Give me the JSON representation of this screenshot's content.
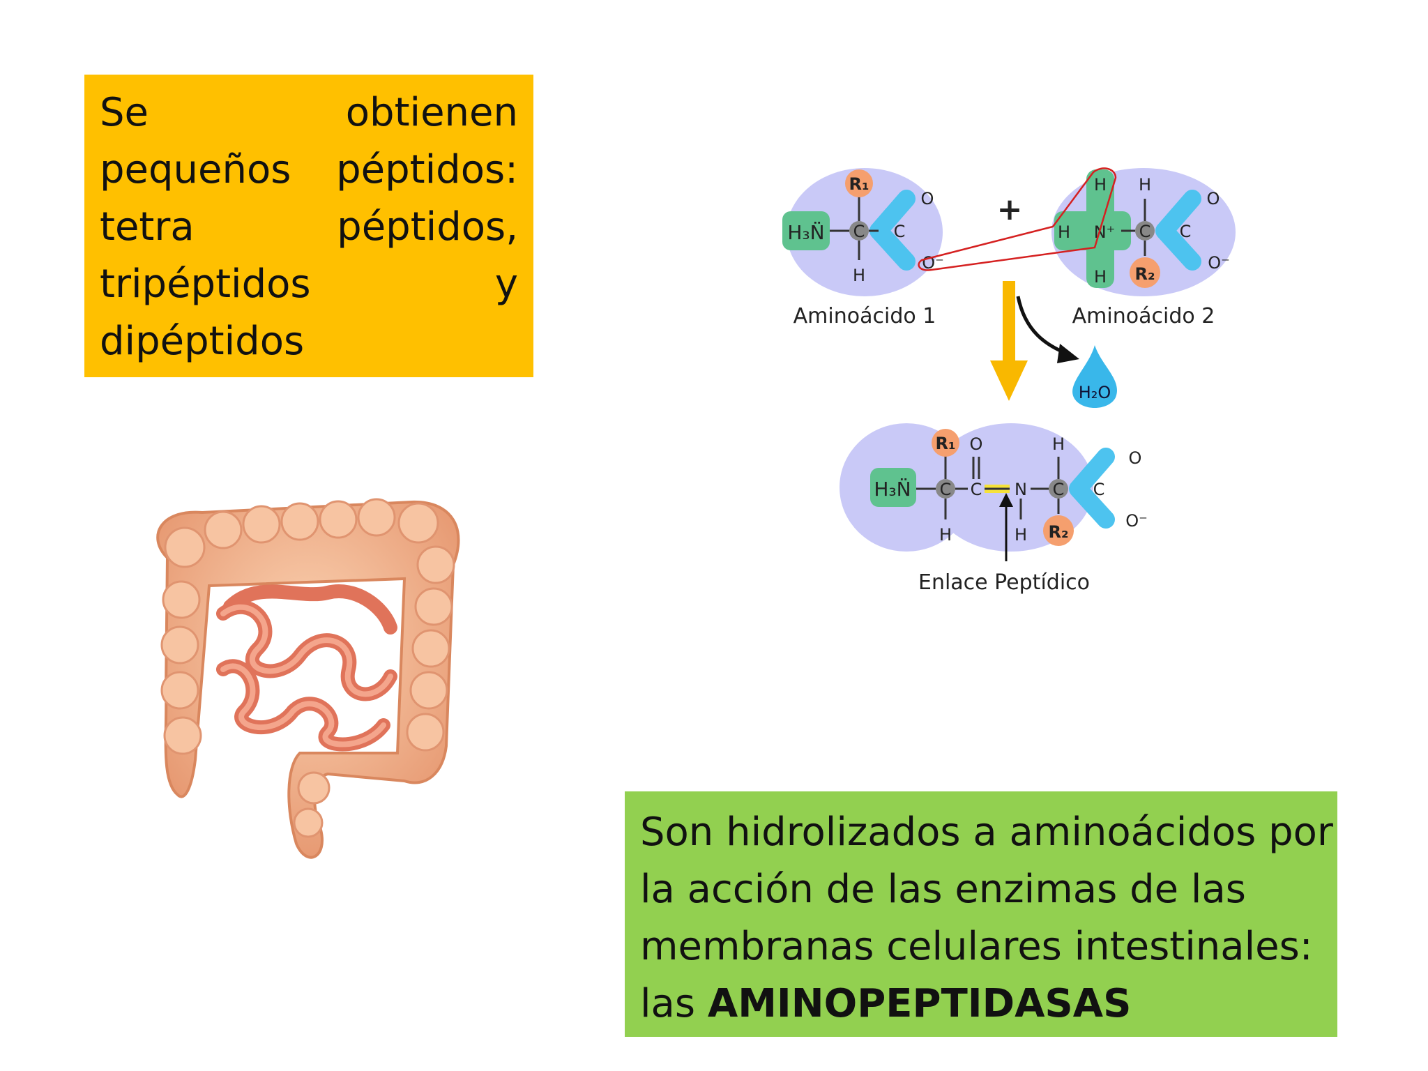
{
  "top_box": {
    "lines": [
      [
        "Se",
        "obtienen"
      ],
      [
        "pequeños",
        "péptidos:"
      ],
      [
        "tetra",
        "péptidos,"
      ],
      [
        "tripéptidos",
        "y"
      ],
      [
        "dipéptidos"
      ]
    ]
  },
  "bottom_box": {
    "lines": [
      "Son hidrolizados a aminoácidos por",
      "la acción de las enzimas de las",
      "membranas celulares intestinales:"
    ],
    "last_prefix": "las ",
    "last_bold": "AMINOPEPTIDASAS"
  },
  "diagram": {
    "aa1_label": "Aminoácido 1",
    "aa2_label": "Aminoácido 2",
    "bond_label": "Enlace Peptídico",
    "plus": "+",
    "water": "H₂O",
    "r1": "R₁",
    "r2": "R₂",
    "amine": "H₃N̈",
    "carbon": "C",
    "oxygen": "O",
    "o_minus": "O⁻",
    "hydrogen": "H",
    "nitrogen_plus": "N⁺",
    "nitrogen": "N"
  },
  "colors": {
    "orange_box": "#ffc000",
    "green_box": "#92d050",
    "molecule_bg": "#c9c9f7",
    "amine_green": "#5fc28f",
    "carboxyl_blue": "#4dc3ef",
    "r_group": "#f59f6e",
    "arrow_yellow": "#f9b800"
  }
}
